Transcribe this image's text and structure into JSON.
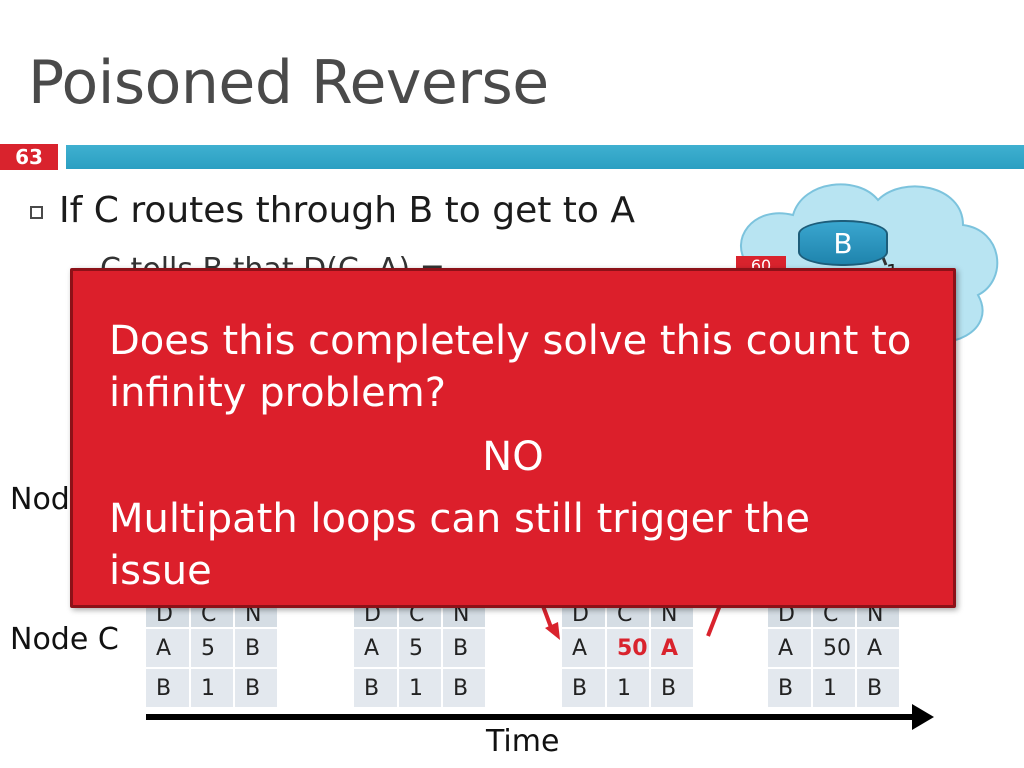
{
  "slide": {
    "title": "Poisoned Reverse",
    "number": "63"
  },
  "bullet": {
    "text": "If C routes through B to get to A",
    "sub_partial": "C tells B that D(C, A) ="
  },
  "cloud": {
    "router_label": "B",
    "tag": "60",
    "edge_cost": "1"
  },
  "node_labels": {
    "node_b_partial": "Node B",
    "node_c": "Node C"
  },
  "tables": [
    {
      "rows": [
        [
          "A",
          "5",
          "B"
        ],
        [
          "B",
          "1",
          "B"
        ]
      ],
      "top_partial": [
        "D",
        "C",
        "N"
      ]
    },
    {
      "rows": [
        [
          "A",
          "5",
          "B"
        ],
        [
          "B",
          "1",
          "B"
        ]
      ],
      "top_partial": [
        "D",
        "C",
        "N"
      ]
    },
    {
      "rows": [
        [
          "A",
          "50",
          "A"
        ],
        [
          "B",
          "1",
          "B"
        ]
      ],
      "top_partial": [
        "D",
        "C",
        "N"
      ],
      "highlight": [
        [
          0,
          1
        ],
        [
          0,
          2
        ]
      ]
    },
    {
      "rows": [
        [
          "A",
          "50",
          "A"
        ],
        [
          "B",
          "1",
          "B"
        ]
      ],
      "top_partial": [
        "D",
        "C",
        "N"
      ]
    }
  ],
  "timeline": {
    "label": "Time"
  },
  "overlay": {
    "question": "Does this completely solve this count to infinity problem?",
    "short_answer": "NO",
    "explanation": "Multipath loops can still trigger the issue"
  },
  "colors": {
    "accent_red": "#d9232d",
    "banner_blue": "#2a9fc2",
    "cloud": "#b8e4f2"
  }
}
